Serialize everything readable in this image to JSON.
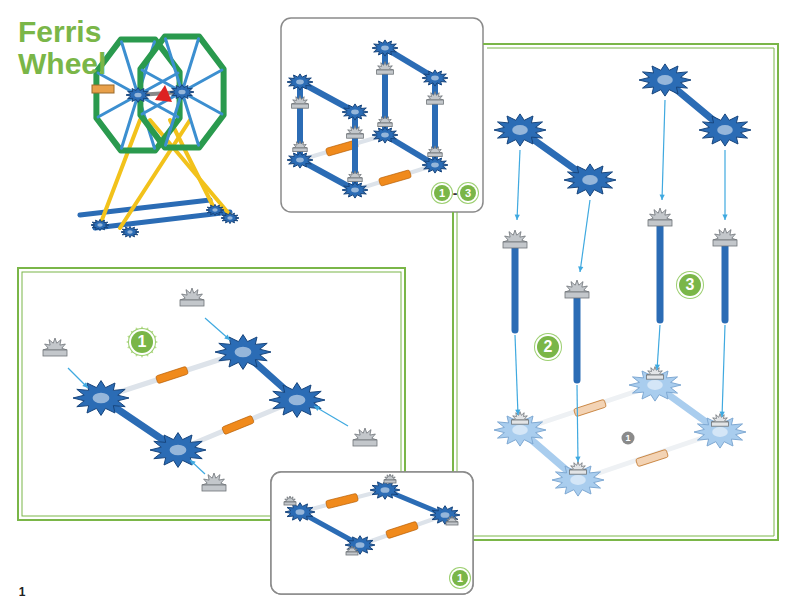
{
  "diagram": {
    "title": "Ferris Wheel",
    "labels": [
      "1",
      "2",
      "3",
      "1",
      "1",
      "-",
      "3",
      "1",
      "1"
    ]
  }
}
